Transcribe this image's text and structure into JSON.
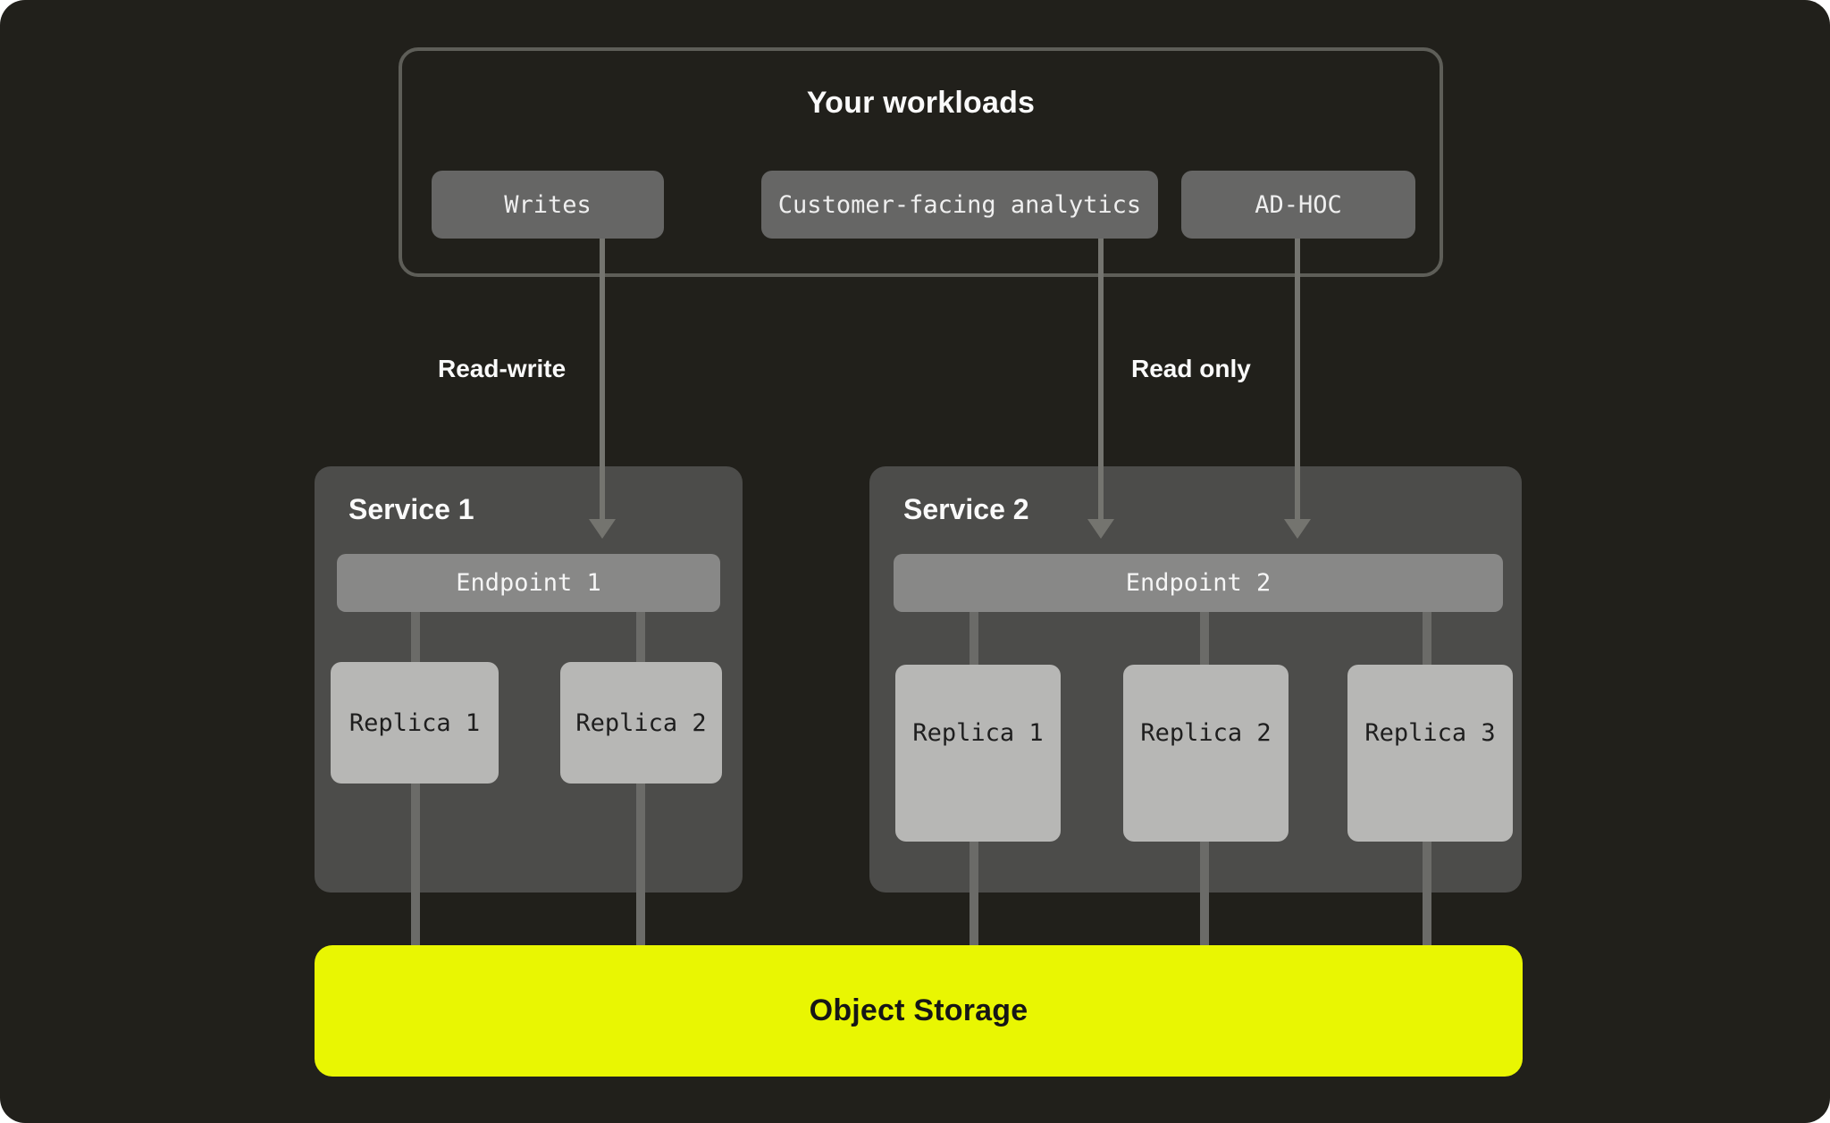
{
  "workloads": {
    "title": "Your workloads",
    "items": [
      {
        "label": "Writes"
      },
      {
        "label": "Customer-facing analytics"
      },
      {
        "label": "AD-HOC"
      }
    ]
  },
  "flow": {
    "read_write": "Read-write",
    "read_only": "Read only"
  },
  "services": [
    {
      "title": "Service 1",
      "endpoint": "Endpoint 1",
      "replicas": [
        "Replica 1",
        "Replica 2"
      ]
    },
    {
      "title": "Service 2",
      "endpoint": "Endpoint 2",
      "replicas": [
        "Replica 1",
        "Replica 2",
        "Replica 3"
      ]
    }
  ],
  "storage": {
    "label": "Object Storage"
  },
  "colors": {
    "background": "#21201b",
    "workloads_border": "#5e5e58",
    "workload_node": "#666665",
    "service_panel": "#4c4c4a",
    "endpoint_bar": "#888887",
    "replica_node": "#b7b7b5",
    "object_storage": "#e9f602",
    "connector_line": "#6b6b68",
    "arrow": "#74746f",
    "text_light": "#fafafa",
    "text_dark": "#1e1e1e"
  }
}
